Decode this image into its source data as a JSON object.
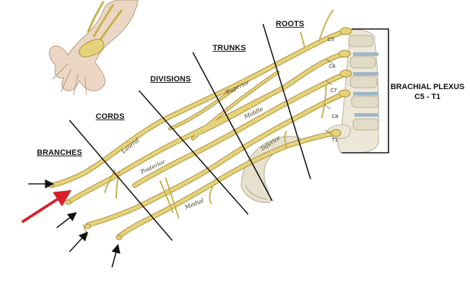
{
  "headers": {
    "roots": "ROOTS",
    "trunks": "TRUNKS",
    "divisions": "DIVISIONS",
    "cords": "CORDS",
    "branches": "BRANCHES"
  },
  "plexus_label": {
    "line1": "BRACHIAL PLEXUS",
    "line2": "C5 - T1"
  },
  "levels": [
    "C5",
    "C6",
    "C7",
    "C8",
    "T1"
  ],
  "nerve_labels": {
    "superior": "Superior",
    "middle": "Middle",
    "inferior": "Inferior",
    "lateral": "Lateral",
    "posterior": "Posterior",
    "medial": "Medial"
  },
  "colors": {
    "nerve": "#e6d27a",
    "nerve_edge": "#a8913a",
    "bone": "#e9e4d4",
    "highlight_arrow": "#d91f2a",
    "arrow": "#111111",
    "divider": "#111111"
  },
  "arrows": {
    "black_count": 4,
    "red_count": 1
  }
}
